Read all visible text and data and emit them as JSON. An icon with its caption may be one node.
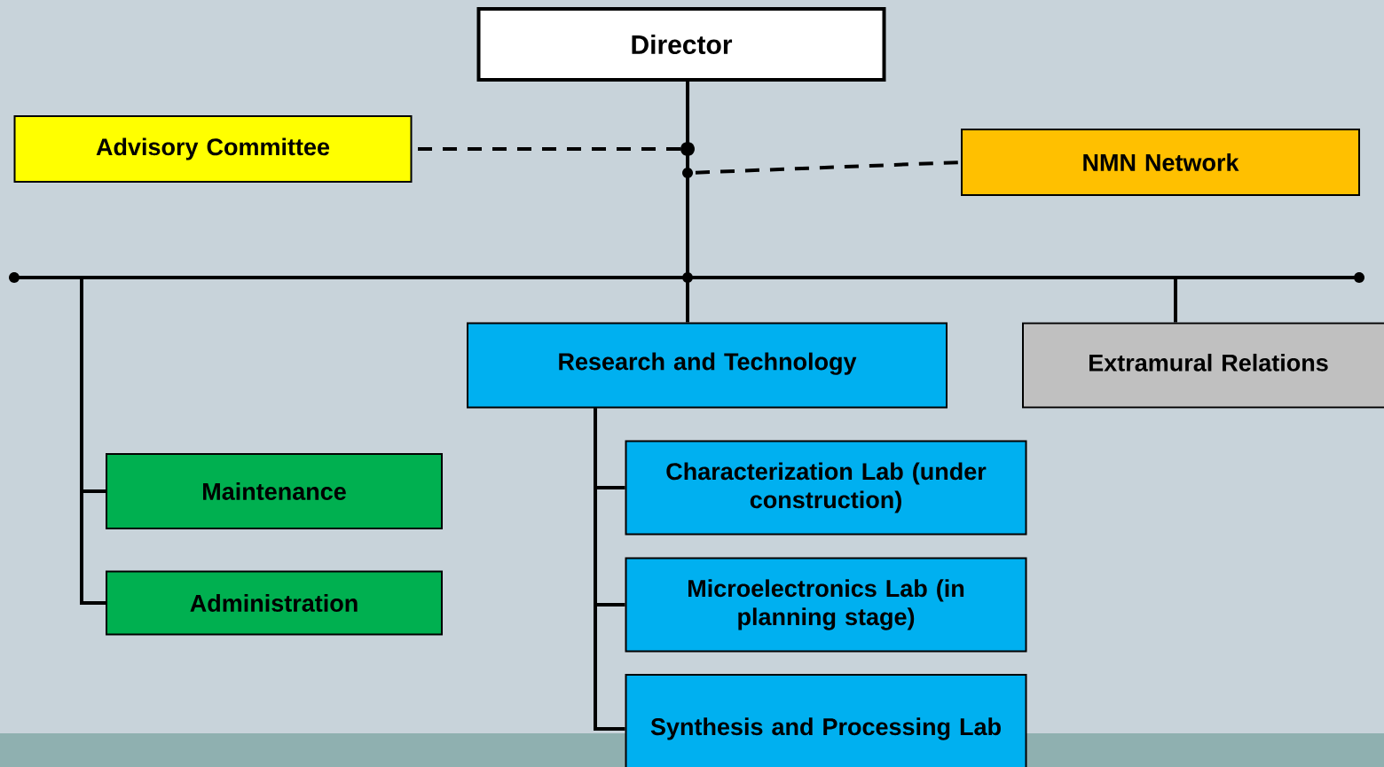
{
  "diagram": {
    "nodes": [
      {
        "text": [
          "Director"
        ]
      },
      {
        "text": [
          "Advisory Committee"
        ]
      },
      {
        "text": [
          "NMN Network"
        ]
      },
      {
        "text": [
          "Research and Technology"
        ]
      },
      {
        "text": [
          "Extramural Relations"
        ]
      },
      {
        "text": [
          "Maintenance"
        ]
      },
      {
        "text": [
          "Administration"
        ]
      },
      {
        "text": [
          "Characterization Lab (under construction)"
        ]
      },
      {
        "text": [
          "Microelectronics Lab (in planning stage)"
        ]
      },
      {
        "text": [
          "Synthesis and Processing Lab"
        ]
      }
    ],
    "edges": [
      {
        "from": 0,
        "to": 1,
        "arrow": "none",
        "style": "dashed"
      },
      {
        "from": 0,
        "to": 2,
        "arrow": "none",
        "style": "dashed"
      },
      {
        "from": 0,
        "to": 3,
        "arrow": "none"
      },
      {
        "from": 0,
        "to": 4,
        "arrow": "none"
      },
      {
        "from": 0,
        "to": 5,
        "arrow": "none"
      },
      {
        "from": 0,
        "to": 6,
        "arrow": "none"
      },
      {
        "from": 3,
        "to": 7,
        "arrow": "none"
      },
      {
        "from": 3,
        "to": 8,
        "arrow": "none"
      },
      {
        "from": 3,
        "to": 9,
        "arrow": "none"
      }
    ]
  }
}
